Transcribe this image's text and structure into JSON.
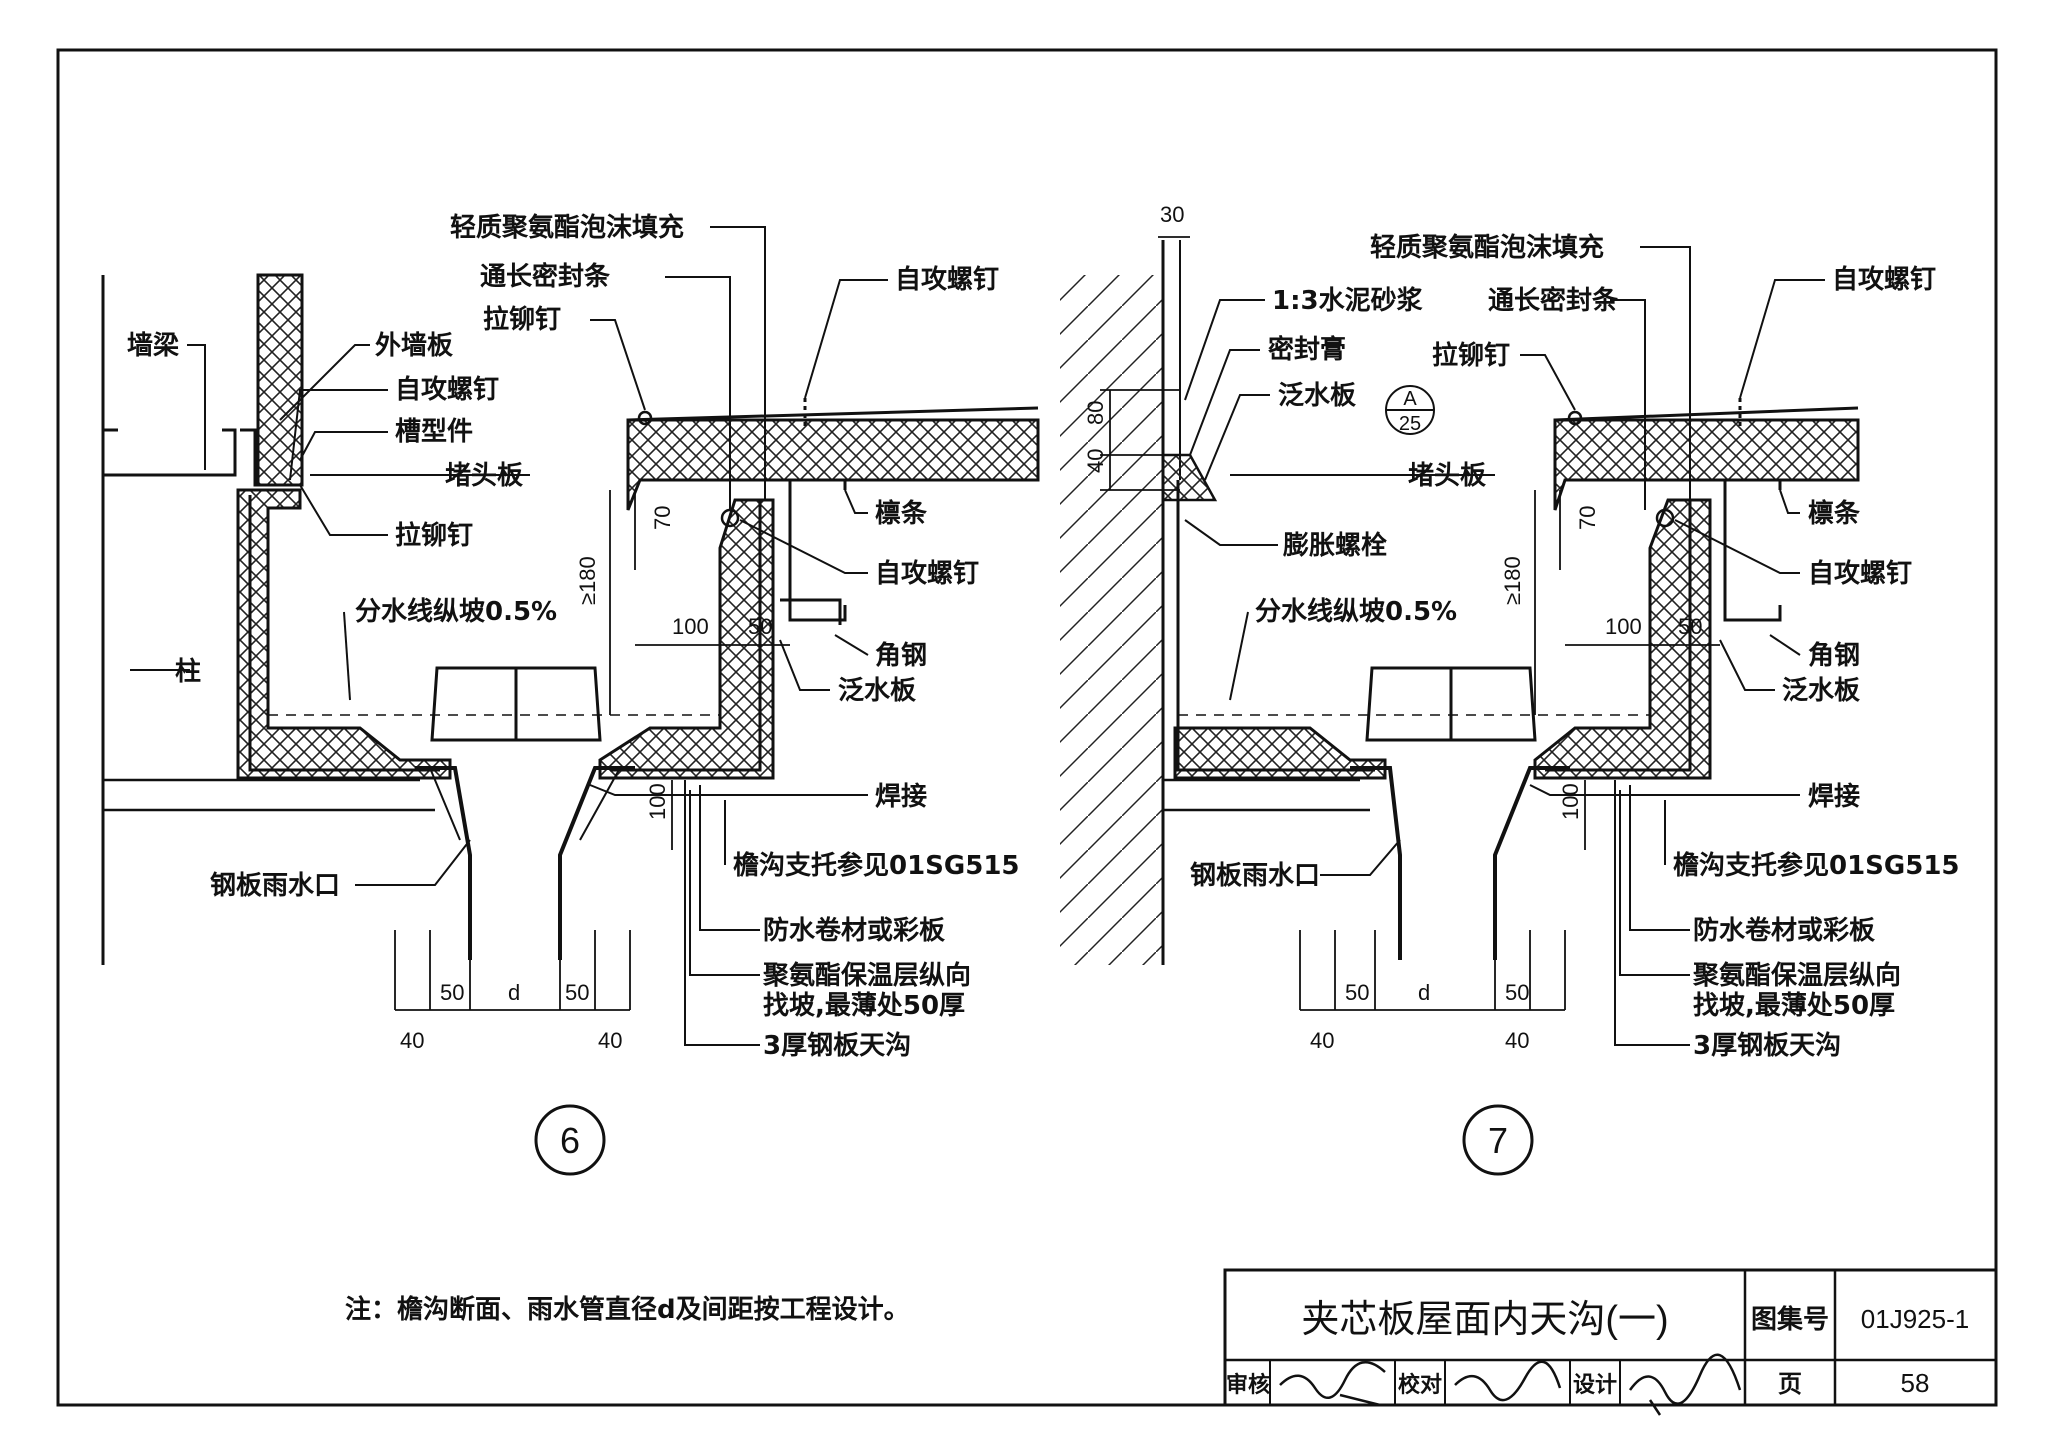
{
  "detail6": {
    "callouts": {
      "foam_fill": "轻质聚氨酯泡沫填充",
      "seal_strip": "通长密封条",
      "rivet_top": "拉铆钉",
      "screw_top": "自攻螺钉",
      "wall_beam": "墙梁",
      "wall_panel": "外墙板",
      "screw_wall": "自攻螺钉",
      "channel": "槽型件",
      "end_plate": "堵头板",
      "rivet_wall": "拉铆钉",
      "purlin": "檩条",
      "screw_right": "自攻螺钉",
      "slope": "分水线纵坡0.5%",
      "angle_steel": "角钢",
      "flashing": "泛水板",
      "column": "柱",
      "weld": "焊接",
      "outlet": "钢板雨水口",
      "support": "檐沟支托参见01SG515",
      "membrane": "防水卷材或彩板",
      "insulation_1": "聚氨酯保温层纵向",
      "insulation_2": "找坡,最薄处50厚",
      "gutter": "3厚钢板天沟"
    },
    "dims": {
      "d70": "70",
      "d180": "≥180",
      "d100": "100",
      "d50": "50",
      "d100v": "100",
      "b50l": "50",
      "bd": "d",
      "b50r": "50",
      "b40l": "40",
      "b40r": "40"
    },
    "number": "6"
  },
  "detail7": {
    "callouts": {
      "foam_fill": "轻质聚氨酯泡沫填充",
      "mortar": "1:3水泥砂浆",
      "seal_strip": "通长密封条",
      "screw_top": "自攻螺钉",
      "sealant": "密封膏",
      "rivet_top": "拉铆钉",
      "flashing_top": "泛水板",
      "ref_top": "A",
      "ref_bottom": "25",
      "end_plate": "堵头板",
      "purlin": "檩条",
      "anchor": "膨胀螺栓",
      "screw_right": "自攻螺钉",
      "slope": "分水线纵坡0.5%",
      "angle_steel": "角钢",
      "flashing": "泛水板",
      "weld": "焊接",
      "outlet": "钢板雨水口",
      "support": "檐沟支托参见01SG515",
      "membrane": "防水卷材或彩板",
      "insulation_1": "聚氨酯保温层纵向",
      "insulation_2": "找坡,最薄处50厚",
      "gutter": "3厚钢板天沟"
    },
    "dims": {
      "d30": "30",
      "d80": "80",
      "d40": "40",
      "d70": "70",
      "d180": "≥180",
      "d100": "100",
      "d50": "50",
      "d100v": "100",
      "b50l": "50",
      "bd": "d",
      "b50r": "50",
      "b40l": "40",
      "b40r": "40"
    },
    "number": "7"
  },
  "note": "注：檐沟断面、雨水管直径d及间距按工程设计。",
  "title_block": {
    "title": "夹芯板屋面内天沟(一)",
    "atlas_label": "图集号",
    "atlas_no": "01J925-1",
    "review": "审核",
    "check": "校对",
    "design": "设计",
    "page_label": "页",
    "page_no": "58"
  }
}
